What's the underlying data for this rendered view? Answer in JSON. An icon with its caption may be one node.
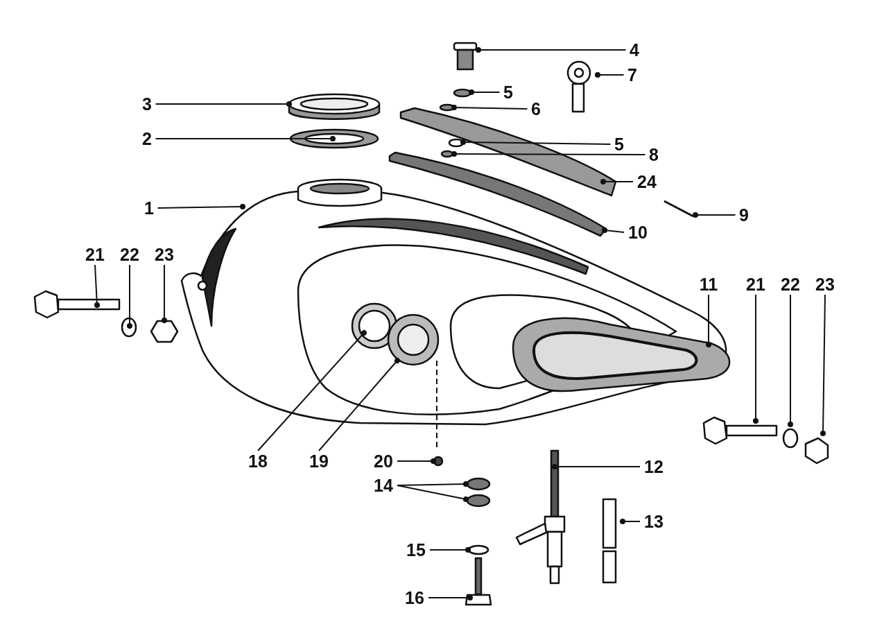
{
  "diagram": {
    "nodes": [
      {
        "text": [
          "4"
        ]
      },
      {
        "text": [
          "7"
        ]
      },
      {
        "text": [
          "5"
        ]
      },
      {
        "text": [
          "3"
        ]
      },
      {
        "text": [
          "6"
        ]
      },
      {
        "text": [
          "2"
        ]
      },
      {
        "text": [
          "5"
        ]
      },
      {
        "text": [
          "8"
        ]
      },
      {
        "text": [
          "24"
        ]
      },
      {
        "text": [
          "1"
        ]
      },
      {
        "text": [
          "9"
        ]
      },
      {
        "text": [
          "10"
        ]
      },
      {
        "text": [
          "21"
        ]
      },
      {
        "text": [
          "22"
        ]
      },
      {
        "text": [
          "23"
        ]
      },
      {
        "text": [
          "11"
        ]
      },
      {
        "text": [
          "21"
        ]
      },
      {
        "text": [
          "22"
        ]
      },
      {
        "text": [
          "23"
        ]
      },
      {
        "text": [
          "18"
        ]
      },
      {
        "text": [
          "19"
        ]
      },
      {
        "text": [
          "20"
        ]
      },
      {
        "text": [
          "12"
        ]
      },
      {
        "text": [
          "14"
        ]
      },
      {
        "text": [
          "13"
        ]
      },
      {
        "text": [
          "15"
        ]
      },
      {
        "text": [
          "16"
        ]
      }
    ],
    "edges": [
      {
        "from": 0,
        "to": null,
        "arrow": "other"
      },
      {
        "from": 1,
        "to": null,
        "arrow": "other"
      },
      {
        "from": 2,
        "to": null,
        "arrow": "other"
      },
      {
        "from": 3,
        "to": null,
        "arrow": "other"
      },
      {
        "from": 4,
        "to": null,
        "arrow": "other"
      },
      {
        "from": 5,
        "to": null,
        "arrow": "other"
      },
      {
        "from": 6,
        "to": null,
        "arrow": "other"
      },
      {
        "from": 7,
        "to": null,
        "arrow": "other"
      },
      {
        "from": 8,
        "to": null,
        "arrow": "other"
      },
      {
        "from": 9,
        "to": null,
        "arrow": "other"
      },
      {
        "from": 10,
        "to": null,
        "arrow": "other"
      },
      {
        "from": 11,
        "to": null,
        "arrow": "other"
      },
      {
        "from": 12,
        "to": null,
        "arrow": "other"
      },
      {
        "from": 13,
        "to": null,
        "arrow": "other"
      },
      {
        "from": 14,
        "to": null,
        "arrow": "other"
      },
      {
        "from": 15,
        "to": null,
        "arrow": "other"
      },
      {
        "from": 16,
        "to": null,
        "arrow": "other"
      },
      {
        "from": 17,
        "to": null,
        "arrow": "other"
      },
      {
        "from": 18,
        "to": null,
        "arrow": "other"
      },
      {
        "from": 19,
        "to": null,
        "arrow": "other"
      },
      {
        "from": 20,
        "to": null,
        "arrow": "other"
      },
      {
        "from": 21,
        "to": null,
        "arrow": "other"
      },
      {
        "from": 22,
        "to": null,
        "arrow": "other"
      },
      {
        "from": 23,
        "to": null,
        "arrow": "other"
      },
      {
        "from": 23,
        "to": null,
        "arrow": "other"
      },
      {
        "from": 24,
        "to": null,
        "arrow": "other"
      },
      {
        "from": 25,
        "to": null,
        "arrow": "other"
      },
      {
        "from": 26,
        "to": null,
        "arrow": "other"
      }
    ]
  }
}
